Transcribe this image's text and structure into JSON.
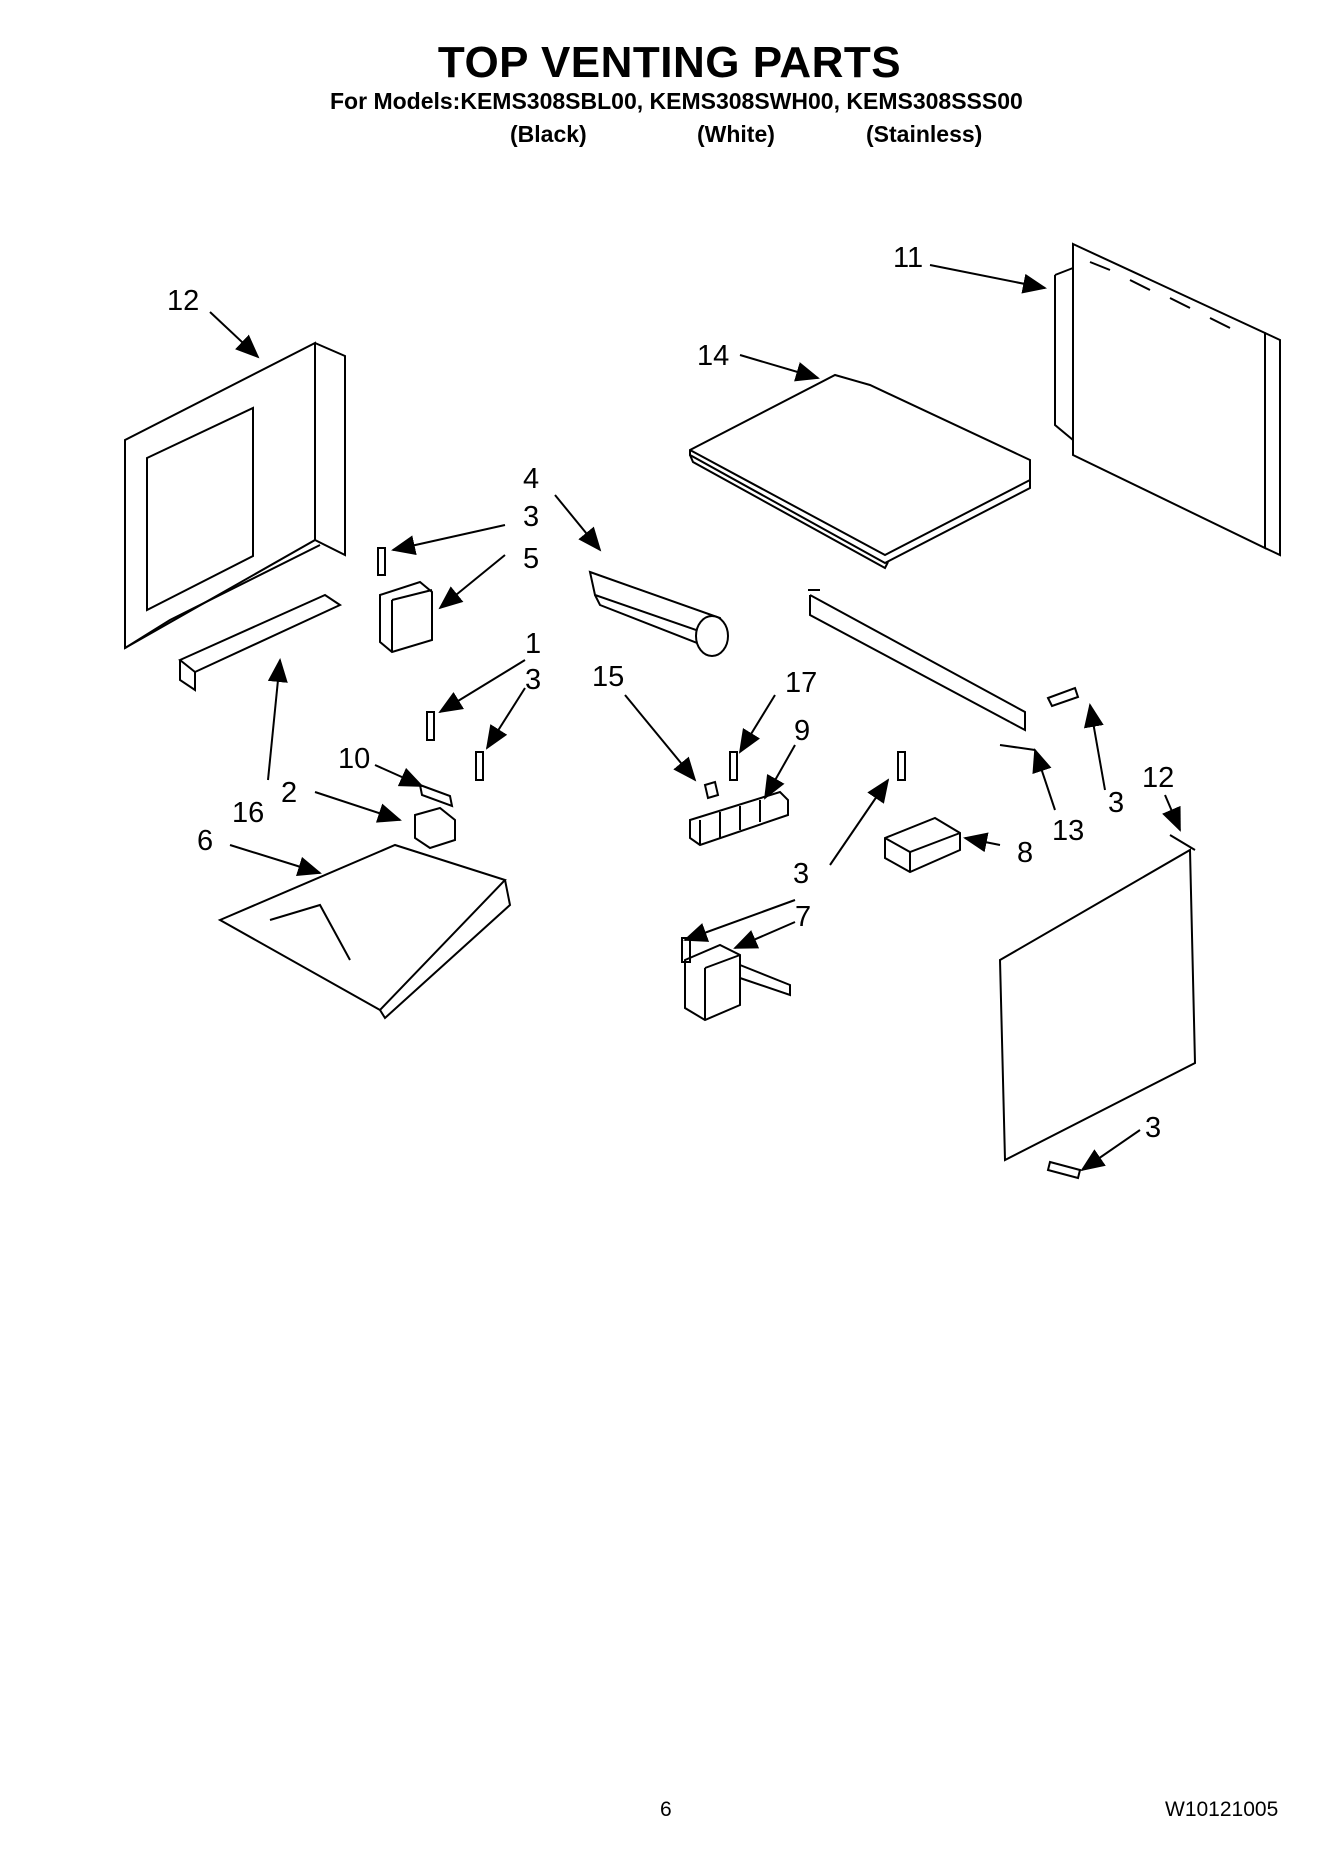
{
  "header": {
    "title": "TOP VENTING PARTS",
    "models_line": "For Models:KEMS308SBL00, KEMS308SWH00, KEMS308SSS00",
    "variants": [
      "(Black)",
      "(White)",
      "(Stainless)"
    ]
  },
  "callouts": {
    "c12a": "12",
    "c11": "11",
    "c14": "14",
    "c4": "4",
    "c3a": "3",
    "c5": "5",
    "c1": "1",
    "c3b": "3",
    "c10": "10",
    "c2": "2",
    "c16": "16",
    "c6": "6",
    "c15": "15",
    "c17": "17",
    "c9": "9",
    "c3c": "3",
    "c7": "7",
    "c8": "8",
    "c13": "13",
    "c3d": "3",
    "c12b": "12",
    "c3e": "3"
  },
  "footer": {
    "page_number": "6",
    "doc_number": "W10121005"
  }
}
